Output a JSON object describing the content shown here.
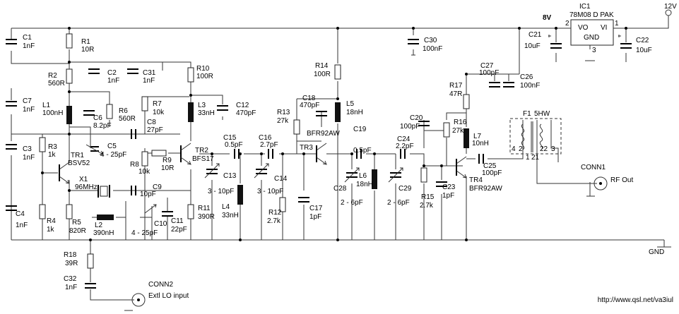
{
  "supply": "12V",
  "rail": "8V",
  "ground": "GND",
  "ic": {
    "ref": "IC1",
    "part": "78M08 D PAK",
    "vo": "VO",
    "vi": "VI",
    "gnd": "GND",
    "pin_in": "1",
    "pin_out": "2",
    "pin_gnd": "3"
  },
  "components": [
    {
      "ref": "C1",
      "value": "1nF"
    },
    {
      "ref": "R1",
      "value": "10R"
    },
    {
      "ref": "R2",
      "value": "560R"
    },
    {
      "ref": "C2",
      "value": "1nF"
    },
    {
      "ref": "C31",
      "value": "1nF"
    },
    {
      "ref": "R10",
      "value": "100R"
    },
    {
      "ref": "C7",
      "value": "1nF"
    },
    {
      "ref": "L1",
      "value": "100nH"
    },
    {
      "ref": "C6",
      "value": "8.2pF"
    },
    {
      "ref": "R6",
      "value": "560R"
    },
    {
      "ref": "R7",
      "value": "10k"
    },
    {
      "ref": "C8",
      "value": "27pF"
    },
    {
      "ref": "L3",
      "value": "33nH"
    },
    {
      "ref": "C12",
      "value": "470pF"
    },
    {
      "ref": "C3",
      "value": "1nF"
    },
    {
      "ref": "R3",
      "value": "1k"
    },
    {
      "ref": "TR1",
      "value": "BSV52"
    },
    {
      "ref": "C5",
      "value": "4 - 25pF"
    },
    {
      "ref": "R8",
      "value": "10k"
    },
    {
      "ref": "R9",
      "value": "10R"
    },
    {
      "ref": "TR2",
      "value": "BFS17"
    },
    {
      "ref": "C15",
      "value": "0.5pF"
    },
    {
      "ref": "C16",
      "value": "2.7pF"
    },
    {
      "ref": "X1",
      "value": "96MHz"
    },
    {
      "ref": "C9",
      "value": "10pF"
    },
    {
      "ref": "C13",
      "value": "3 - 10pF"
    },
    {
      "ref": "C14",
      "value": "3 - 10pF"
    },
    {
      "ref": "C4",
      "value": "1nF"
    },
    {
      "ref": "R4",
      "value": "1k"
    },
    {
      "ref": "R5",
      "value": "820R"
    },
    {
      "ref": "L2",
      "value": "390nH"
    },
    {
      "ref": "C10",
      "value": "4 - 25pF"
    },
    {
      "ref": "C11",
      "value": "22pF"
    },
    {
      "ref": "R11",
      "value": "390R"
    },
    {
      "ref": "L4",
      "value": "33nH"
    },
    {
      "ref": "R12",
      "value": "2.7k"
    },
    {
      "ref": "R14",
      "value": "100R"
    },
    {
      "ref": "C18",
      "value": "470pF"
    },
    {
      "ref": "L5",
      "value": "18nH"
    },
    {
      "ref": "R13",
      "value": "27k"
    },
    {
      "ref": "TR3",
      "value": "BFR92AW"
    },
    {
      "ref": "C19",
      "value": "0.5pF"
    },
    {
      "ref": "C17",
      "value": "1pF"
    },
    {
      "ref": "C28",
      "value": "2 - 6pF"
    },
    {
      "ref": "L6",
      "value": "18nH"
    },
    {
      "ref": "C24",
      "value": "2.2pF"
    },
    {
      "ref": "C29",
      "value": "2 - 6pF"
    },
    {
      "ref": "R15",
      "value": "2.7k"
    },
    {
      "ref": "C23",
      "value": "1pF"
    },
    {
      "ref": "C20",
      "value": "100pF"
    },
    {
      "ref": "R16",
      "value": "27k"
    },
    {
      "ref": "L7",
      "value": "10nH"
    },
    {
      "ref": "R17",
      "value": "47R"
    },
    {
      "ref": "C27",
      "value": "100pF"
    },
    {
      "ref": "C26",
      "value": "100nF"
    },
    {
      "ref": "C25",
      "value": "100pF"
    },
    {
      "ref": "TR4",
      "value": "BFR92AW"
    },
    {
      "ref": "C30",
      "value": "100nF"
    },
    {
      "ref": "C21",
      "value": "10uF"
    },
    {
      "ref": "C22",
      "value": "10uF"
    },
    {
      "ref": "R18",
      "value": "39R"
    },
    {
      "ref": "C32",
      "value": "1nF"
    }
  ],
  "filter": {
    "ref": "F1",
    "value": "5HW",
    "pins": [
      "4",
      "2",
      "1",
      "21",
      "22",
      "3"
    ]
  },
  "connectors": [
    {
      "ref": "CONN1",
      "label": "RF Out"
    },
    {
      "ref": "CONN2",
      "label": "Extl LO input"
    }
  ],
  "footer_url": "http://www.qsl.net/va3iul"
}
